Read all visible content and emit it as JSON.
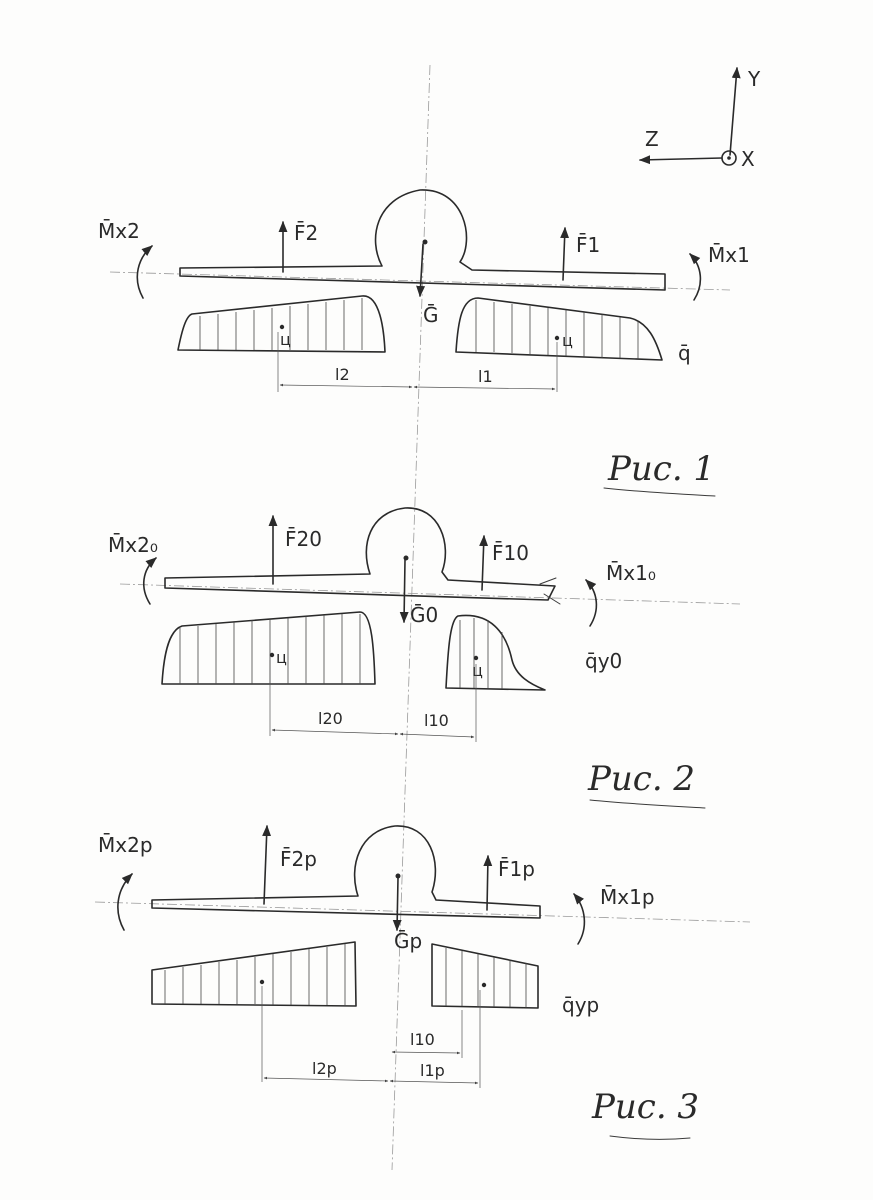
{
  "axes": {
    "y": "Y",
    "z": "Z",
    "x": "X"
  },
  "fig1": {
    "caption": "Рис. 1",
    "moment_left": "M̄x2",
    "moment_right": "M̄x1",
    "force_left": "F̄2",
    "force_right": "F̄1",
    "weight": "Ḡ",
    "load": "q̄",
    "dim_left": "l2",
    "dim_right": "l1",
    "centroid_left": "ц",
    "centroid_right": "ц"
  },
  "fig2": {
    "caption": "Рис. 2",
    "moment_left": "M̄x2₀",
    "moment_right": "M̄x1₀",
    "force_left": "F̄20",
    "force_right": "F̄10",
    "weight": "Ḡ0",
    "load": "q̄y0",
    "dim_left": "l20",
    "dim_right": "l10",
    "centroid_left": "ц",
    "centroid_right": "ц"
  },
  "fig3": {
    "caption": "Рис. 3",
    "moment_left": "M̄x2p",
    "moment_right": "M̄x1p",
    "force_left": "F̄2p",
    "force_right": "F̄1p",
    "weight": "Ḡp",
    "load": "q̄yp",
    "dim_left": "l2p",
    "dim_right": "l1p",
    "dim_extra": "l10"
  }
}
